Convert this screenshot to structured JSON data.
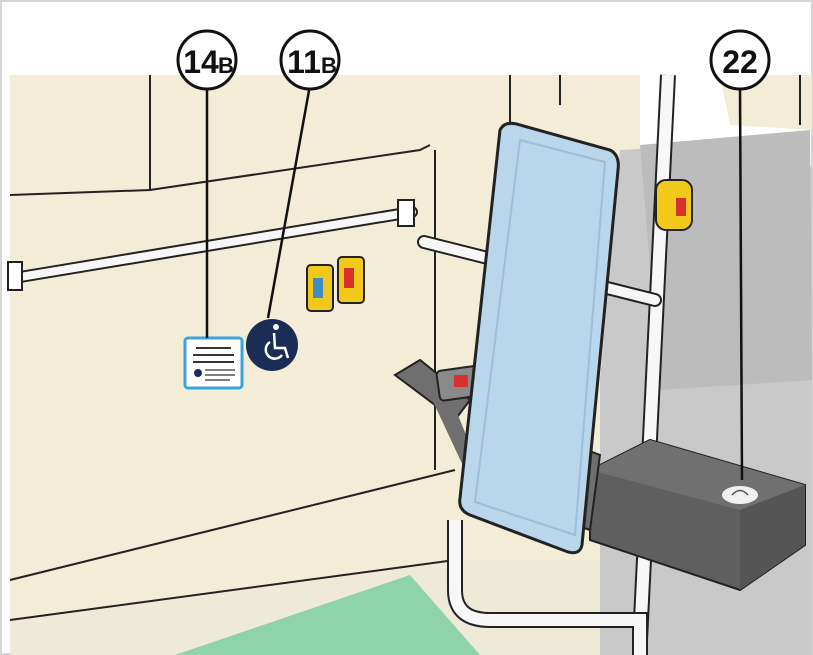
{
  "illustration": {
    "callouts": [
      {
        "id": "14",
        "suffix": "B",
        "target": "wheelchair-space-notice-sign"
      },
      {
        "id": "11",
        "suffix": "B",
        "target": "wheelchair-symbol-sticker"
      },
      {
        "id": "22",
        "suffix": "",
        "target": "pram-symbol-box"
      }
    ],
    "notice_sign_text": "",
    "colors": {
      "wall": "#f3ecd6",
      "backrest": "#b9d6ea",
      "belt": "#6f6f6f",
      "floor_mat": "#8fd3aa",
      "wheelchair_sticker": "#1c2d55",
      "stop_button_housing": "#f2c81b",
      "stop_button": "#d8302c",
      "seat_grey": "#c9c9c9",
      "frame_border": "#d5d5d5"
    }
  }
}
